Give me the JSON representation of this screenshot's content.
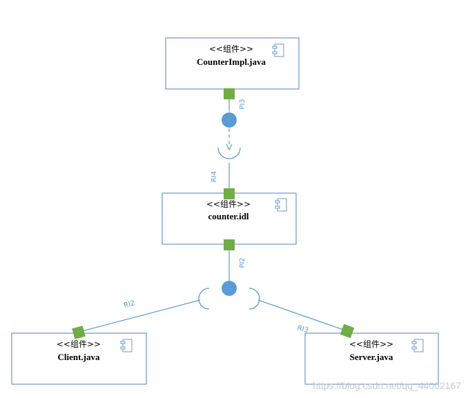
{
  "stereotype": "<<组件>>",
  "components": {
    "counter_impl": "CounterImpl.java",
    "counter_idl": "counter.idl",
    "client": "Client.java",
    "server": "Server.java"
  },
  "port_labels": {
    "pi3": "PI3",
    "ri4": "RI4",
    "pi2": "PI2",
    "ri2": "RI2",
    "ri3": "RI3"
  },
  "watermark": "https://blog.csdn.net/qq_44002167",
  "colors": {
    "box_border": "#6b97cc",
    "port_fill": "#70ad47",
    "interface_fill": "#5b9bd5",
    "connector": "#5b9bd5",
    "label_text": "#5b9bd5",
    "watermark_text": "#c8c8c8"
  }
}
